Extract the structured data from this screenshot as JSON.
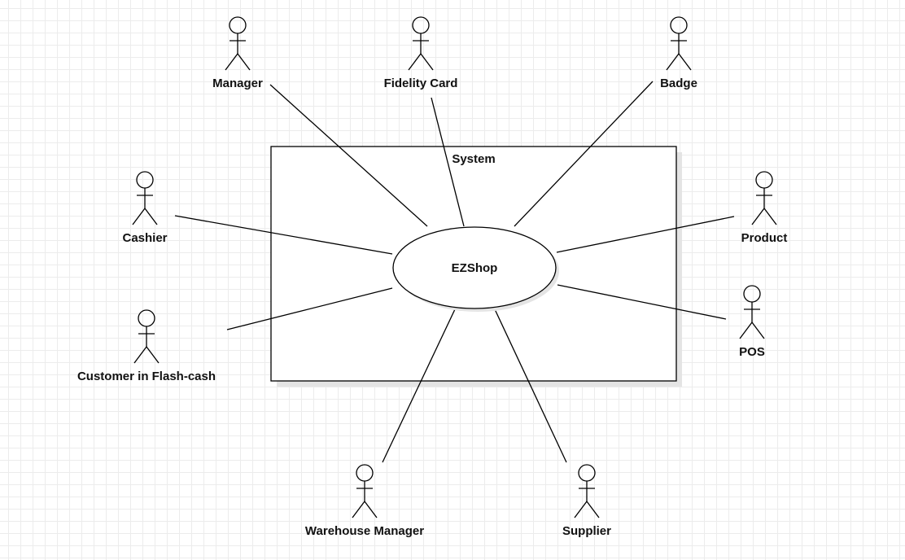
{
  "system": {
    "title": "System"
  },
  "usecase": {
    "label": "EZShop"
  },
  "actors": [
    {
      "id": "manager",
      "label": "Manager"
    },
    {
      "id": "fidelity-card",
      "label": "Fidelity Card"
    },
    {
      "id": "badge",
      "label": "Badge"
    },
    {
      "id": "cashier",
      "label": "Cashier"
    },
    {
      "id": "product",
      "label": "Product"
    },
    {
      "id": "customer",
      "label": "Customer in Flash-cash"
    },
    {
      "id": "pos",
      "label": "POS"
    },
    {
      "id": "warehouse-manager",
      "label": "Warehouse Manager"
    },
    {
      "id": "supplier",
      "label": "Supplier"
    }
  ],
  "style": {
    "line_color": "#000000",
    "grid_color": "#ececec",
    "shadow_color": "#e4e4e4"
  }
}
